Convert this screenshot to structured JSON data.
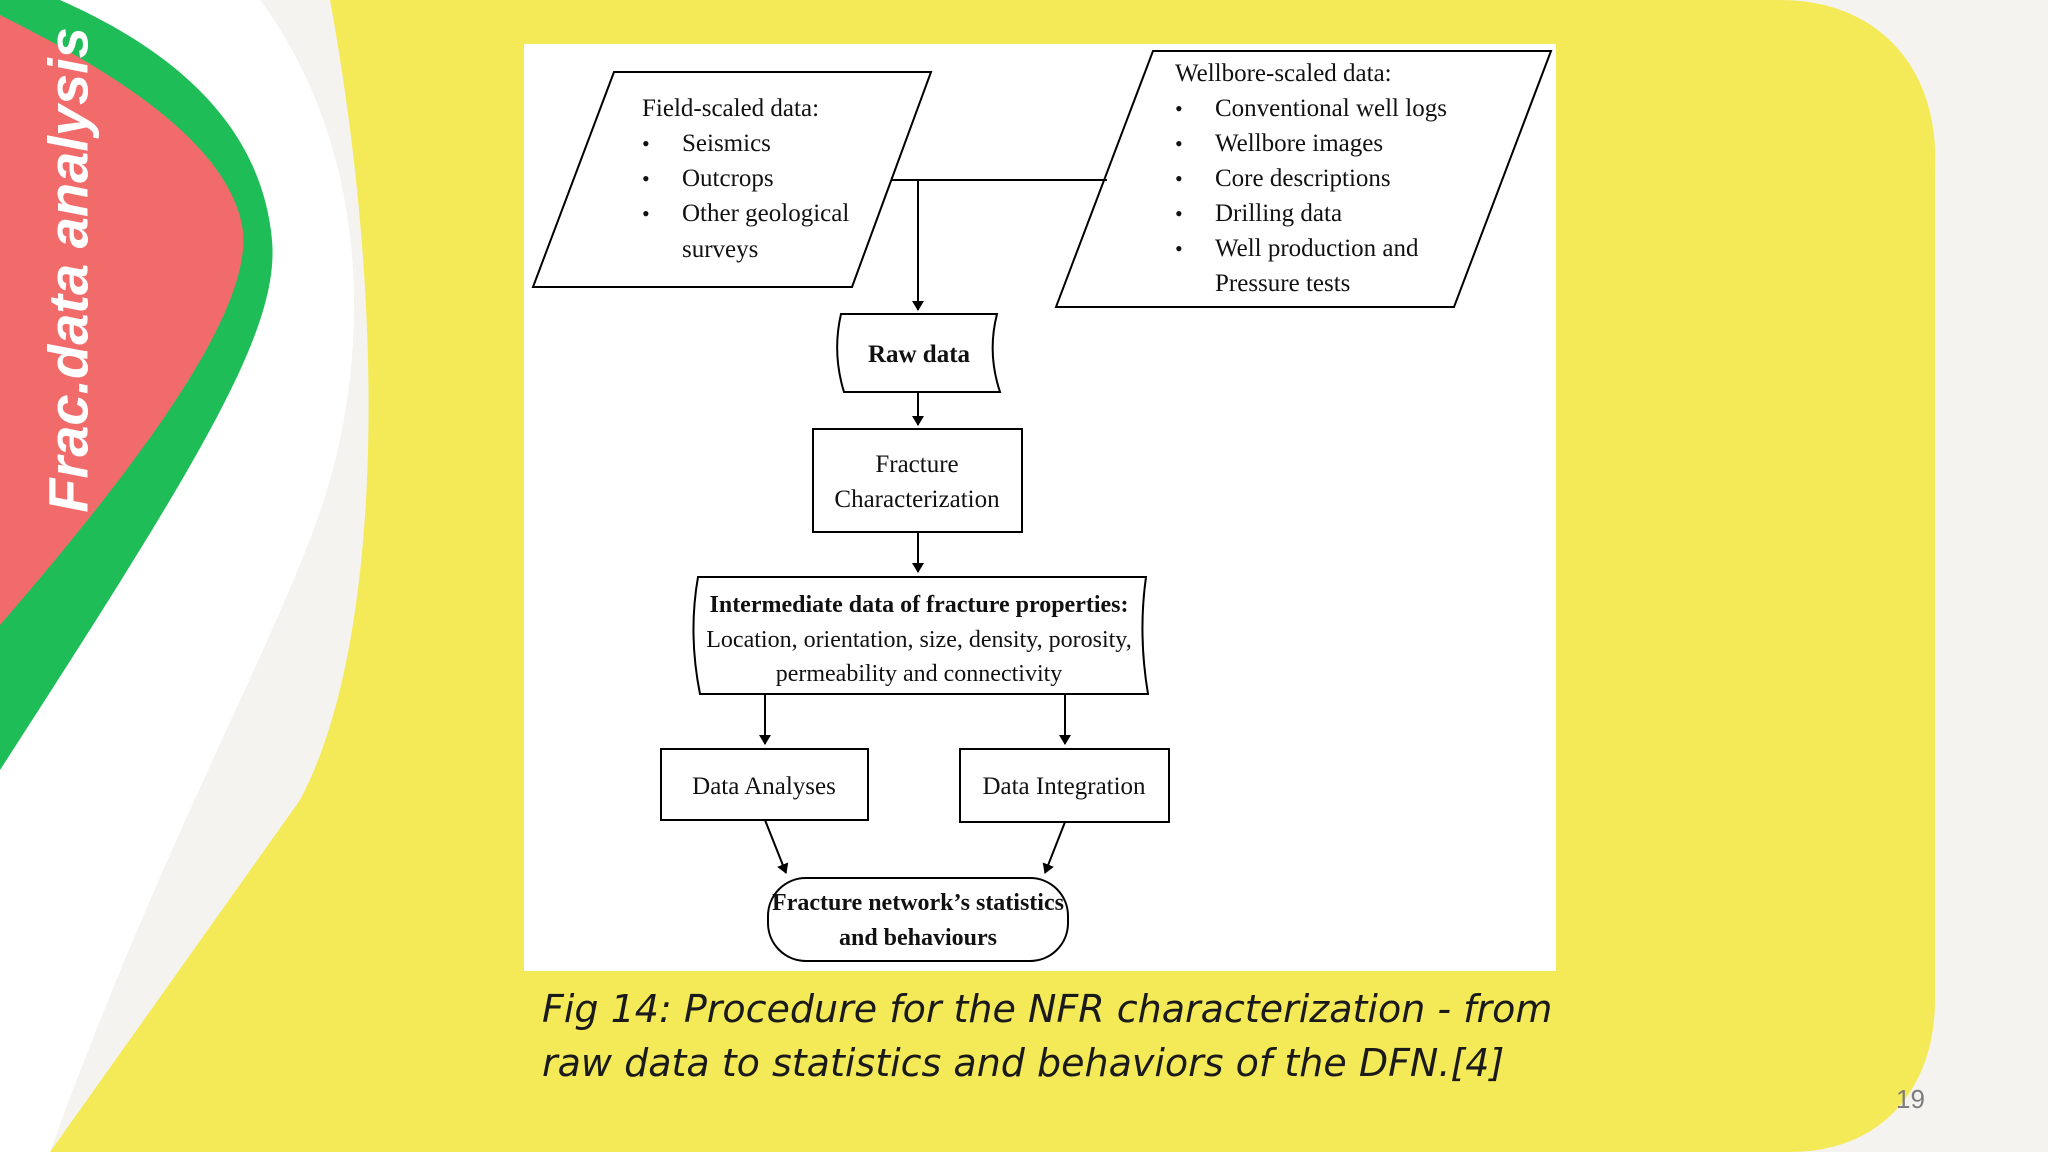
{
  "slide": {
    "section_title": "Frac.data analysis",
    "page_number": "19",
    "caption_line1": "Fig 14: Procedure for the NFR characterization - from",
    "caption_line2": "raw data to statistics and behaviors of the DFN.[4]",
    "colors": {
      "background": "#f5f3f0",
      "yellow": "#f4ea58",
      "white_band": "#ffffff",
      "green": "#1ebd57",
      "red": "#f26b6b"
    }
  },
  "diagram": {
    "field_data": {
      "title": "Field-scaled data:",
      "items": [
        "Seismics",
        "Outcrops",
        "Other geological",
        "surveys"
      ]
    },
    "wellbore_data": {
      "title": "Wellbore-scaled data:",
      "items": [
        "Conventional well logs",
        "Wellbore images",
        "Core descriptions",
        "Drilling data",
        "Well production and",
        "Pressure tests"
      ]
    },
    "raw_data": "Raw data",
    "fracture_characterization": [
      "Fracture",
      "Characterization"
    ],
    "intermediate": [
      "Intermediate data of fracture properties:",
      "Location, orientation, size, density, porosity,",
      "permeability and connectivity"
    ],
    "data_analyses": "Data Analyses",
    "data_integration": "Data Integration",
    "result": [
      "Fracture network’s statistics",
      "and behaviours"
    ]
  }
}
